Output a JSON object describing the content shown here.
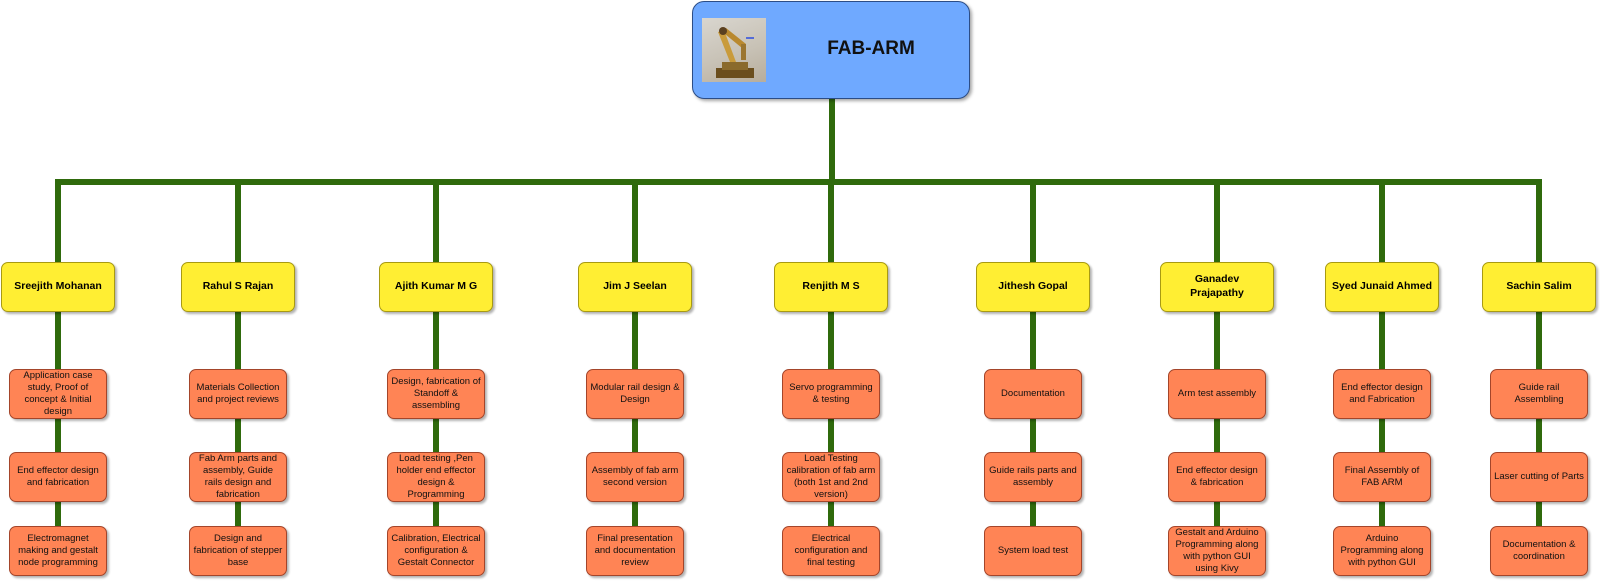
{
  "project": {
    "title": "FAB-ARM",
    "image_alt": "robotic arm photo"
  },
  "colors": {
    "connector": "#2f6a0c",
    "root_fill": "#6fa9ff",
    "member_fill": "#ffee33",
    "task_fill": "#ff8455"
  },
  "members": [
    {
      "name": "Sreejith Mohanan",
      "tasks": [
        "Application case study, Proof of concept & Initial design",
        "End effector design and fabrication",
        "Electromagnet making and gestalt node programming"
      ]
    },
    {
      "name": "Rahul S Rajan",
      "tasks": [
        "Materials Collection and project reviews",
        "Fab Arm parts and assembly, Guide rails design and fabrication",
        "Design and fabrication of stepper base"
      ]
    },
    {
      "name": "Ajith Kumar M G",
      "tasks": [
        "Design, fabrication of Standoff & assembling",
        "Load testing ,Pen holder end effector design & Programming",
        "Calibration, Electrical configuration & Gestalt Connector"
      ]
    },
    {
      "name": "Jim J Seelan",
      "tasks": [
        "Modular rail design & Design",
        "Assembly of fab arm second version",
        "Final presentation and documentation review"
      ]
    },
    {
      "name": "Renjith M S",
      "tasks": [
        "Servo programming & testing",
        "Load Testing calibration of fab arm (both 1st and 2nd version)",
        "Electrical configuration and final testing"
      ]
    },
    {
      "name": "Jithesh Gopal",
      "tasks": [
        "Documentation",
        "Guide rails parts and assembly",
        "System load test"
      ]
    },
    {
      "name": "Ganadev Prajapathy",
      "tasks": [
        "Arm test assembly",
        "End effector design & fabrication",
        "Gestalt and Arduino Programming along with python GUI using Kivy"
      ]
    },
    {
      "name": "Syed Junaid Ahmed",
      "tasks": [
        "End effector design and Fabrication",
        "Final Assembly of FAB ARM",
        "Arduino Programming along with python GUI"
      ]
    },
    {
      "name": "Sachin Salim",
      "tasks": [
        "Guide rail Assembling",
        "Laser cutting of Parts",
        "Documentation & coordination"
      ]
    }
  ]
}
